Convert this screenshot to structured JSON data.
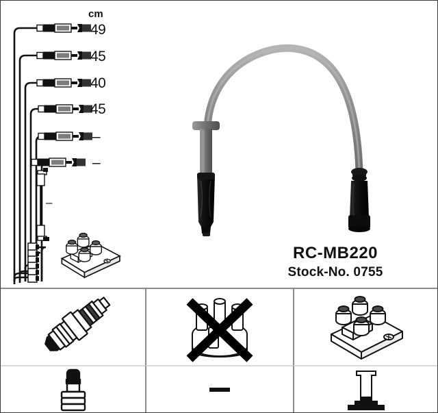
{
  "product": {
    "code": "RC-MB220",
    "stock_no": "Stock-No. 0755"
  },
  "schematic": {
    "unit_header": "cm",
    "wires": [
      {
        "index": 1,
        "length_label": "49"
      },
      {
        "index": 2,
        "length_label": "45"
      },
      {
        "index": 3,
        "length_label": "40"
      },
      {
        "index": 4,
        "length_label": "45"
      },
      {
        "index": 5,
        "length_label": "–"
      },
      {
        "index": 6,
        "length_label": "–"
      }
    ],
    "extra_lead_label": "–",
    "coil_icon": "ignition-coil-pack-icon"
  },
  "main_illustration": {
    "cable_icon": "ignition-cable-illustration",
    "left_end_icon": "spark-plug-boot-connector",
    "right_end_icon": "coil-plug-connector",
    "cable_color": "#8e8e8e",
    "boot_color": "#121212"
  },
  "panels": [
    {
      "position": "top-left",
      "icon": "spark-plug-icon",
      "label": ""
    },
    {
      "position": "top-center",
      "icon": "distributor-cap-crossed-out-icon",
      "label": ""
    },
    {
      "position": "top-right",
      "icon": "ignition-coil-pack-icon",
      "label": ""
    },
    {
      "position": "bottom-left",
      "icon": "spark-plug-terminal-connector-icon",
      "label": ""
    },
    {
      "position": "bottom-center",
      "icon": "dash-icon",
      "label": "–"
    },
    {
      "position": "bottom-right",
      "icon": "coil-tower-terminal-icon",
      "label": ""
    }
  ],
  "colors": {
    "ink": "#111111",
    "border": "#3a3a3a",
    "divider": "#8b8b8b",
    "divider_light": "#d9d9d9",
    "cable_gray": "#8e8e8e"
  }
}
